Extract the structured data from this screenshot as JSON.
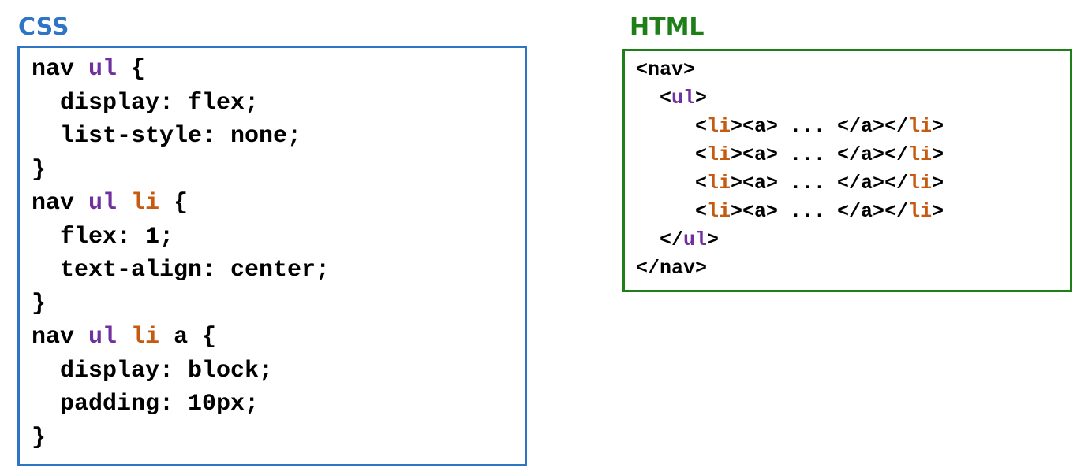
{
  "colors": {
    "css_accent": "#2e75c6",
    "html_accent": "#1e7f18",
    "ul_token": "#7030a0",
    "li_token": "#c55a11",
    "default_token": "#000000"
  },
  "css_panel": {
    "title": "CSS",
    "lines": [
      [
        {
          "t": "nav "
        },
        {
          "t": "ul",
          "c": "ul"
        },
        {
          "t": " {"
        }
      ],
      [
        {
          "t": "  display: flex;"
        }
      ],
      [
        {
          "t": "  list-style: none;"
        }
      ],
      [
        {
          "t": "}"
        }
      ],
      [
        {
          "t": "nav "
        },
        {
          "t": "ul",
          "c": "ul"
        },
        {
          "t": " "
        },
        {
          "t": "li",
          "c": "li"
        },
        {
          "t": " {"
        }
      ],
      [
        {
          "t": "  flex: 1;"
        }
      ],
      [
        {
          "t": "  text-align: center;"
        }
      ],
      [
        {
          "t": "}"
        }
      ],
      [
        {
          "t": "nav "
        },
        {
          "t": "ul",
          "c": "ul"
        },
        {
          "t": " "
        },
        {
          "t": "li",
          "c": "li"
        },
        {
          "t": " a {"
        }
      ],
      [
        {
          "t": "  display: block;"
        }
      ],
      [
        {
          "t": "  padding: 10px;"
        }
      ],
      [
        {
          "t": "}"
        }
      ]
    ]
  },
  "html_panel": {
    "title": "HTML",
    "lines": [
      [
        {
          "t": "<nav>"
        }
      ],
      [
        {
          "t": "  <"
        },
        {
          "t": "ul",
          "c": "ul"
        },
        {
          "t": ">"
        }
      ],
      [
        {
          "t": "     <"
        },
        {
          "t": "li",
          "c": "li"
        },
        {
          "t": "><a> ... </a></"
        },
        {
          "t": "li",
          "c": "li"
        },
        {
          "t": ">"
        }
      ],
      [
        {
          "t": "     <"
        },
        {
          "t": "li",
          "c": "li"
        },
        {
          "t": "><a> ... </a></"
        },
        {
          "t": "li",
          "c": "li"
        },
        {
          "t": ">"
        }
      ],
      [
        {
          "t": "     <"
        },
        {
          "t": "li",
          "c": "li"
        },
        {
          "t": "><a> ... </a></"
        },
        {
          "t": "li",
          "c": "li"
        },
        {
          "t": ">"
        }
      ],
      [
        {
          "t": "     <"
        },
        {
          "t": "li",
          "c": "li"
        },
        {
          "t": "><a> ... </a></"
        },
        {
          "t": "li",
          "c": "li"
        },
        {
          "t": ">"
        }
      ],
      [
        {
          "t": "  </"
        },
        {
          "t": "ul",
          "c": "ul"
        },
        {
          "t": ">"
        }
      ],
      [
        {
          "t": "</nav>"
        }
      ]
    ]
  }
}
